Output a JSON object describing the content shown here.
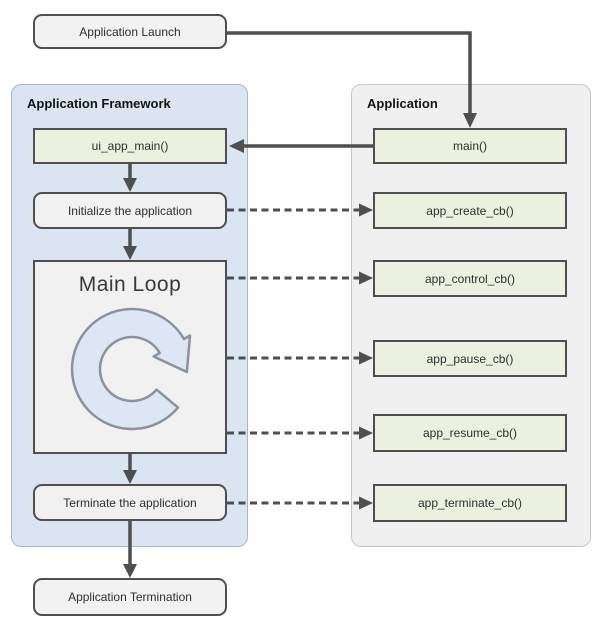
{
  "flow": {
    "start_label": "Application Launch",
    "end_label": "Application Termination"
  },
  "framework_panel": {
    "title": "Application Framework",
    "nodes": {
      "ui_app_main": "ui_app_main()",
      "initialize": "Initialize the application",
      "main_loop": "Main Loop",
      "terminate": "Terminate the application"
    }
  },
  "application_panel": {
    "title": "Application",
    "nodes": {
      "main": "main()",
      "create": "app_create_cb()",
      "control": "app_control_cb()",
      "pause": "app_pause_cb()",
      "resume": "app_resume_cb()",
      "terminate": "app_terminate_cb()"
    }
  },
  "icons": {
    "main_loop": "clockwise-loop-arrow-icon"
  },
  "colors": {
    "panel_blue": "#dbe5f1",
    "panel_blue_border": "#a9b6c9",
    "panel_gray": "#f0f0f0",
    "panel_gray_border": "#c6c6c6",
    "node_green": "#ecf1df",
    "node_gray": "#f2f2f2",
    "node_border": "#4f4f4f",
    "arrow": "#4f4f4f",
    "loop_icon_fill": "#dce7f3",
    "loop_icon_stroke": "#8a939c"
  }
}
